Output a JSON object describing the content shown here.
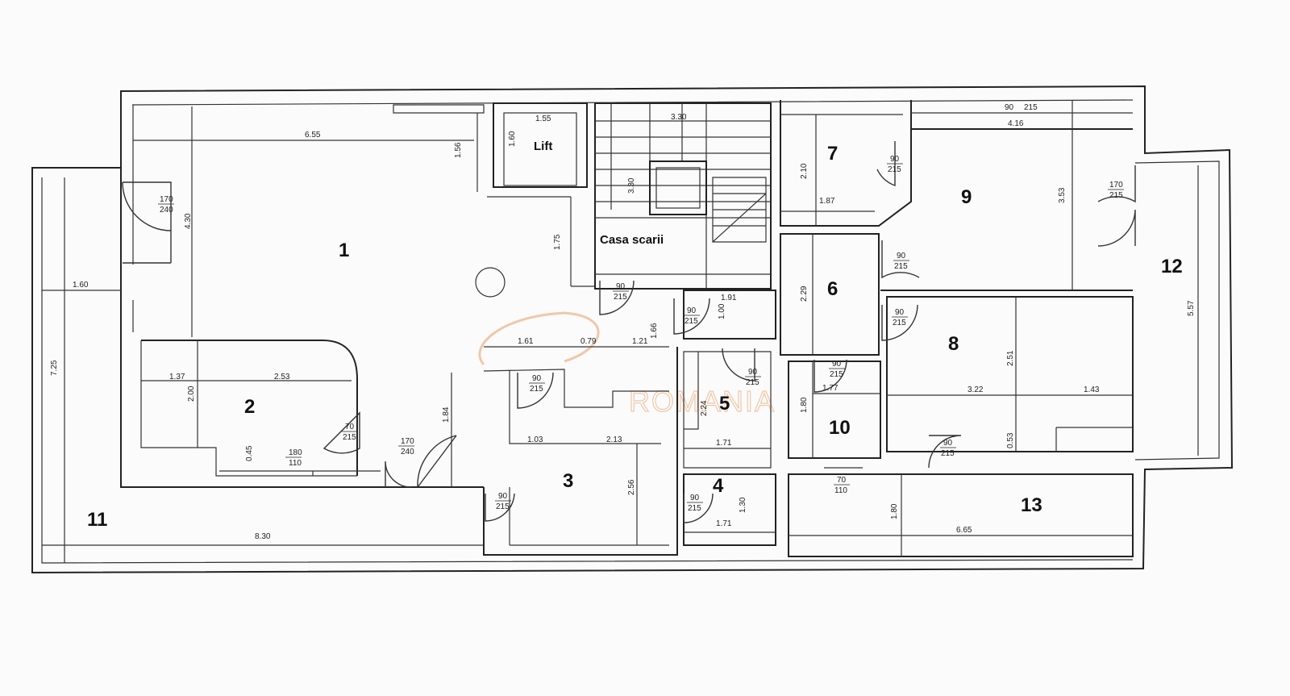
{
  "watermark": "ROMANIA",
  "colors": {
    "wall": "#222222",
    "paper": "#fbfbfb",
    "watermark": "#f0c8a8"
  },
  "rooms": [
    {
      "id": "1",
      "label": "1"
    },
    {
      "id": "2",
      "label": "2"
    },
    {
      "id": "3",
      "label": "3"
    },
    {
      "id": "4",
      "label": "4"
    },
    {
      "id": "5",
      "label": "5"
    },
    {
      "id": "6",
      "label": "6"
    },
    {
      "id": "7",
      "label": "7"
    },
    {
      "id": "8",
      "label": "8"
    },
    {
      "id": "9",
      "label": "9"
    },
    {
      "id": "10",
      "label": "10"
    },
    {
      "id": "11",
      "label": "11"
    },
    {
      "id": "12",
      "label": "12"
    },
    {
      "id": "13",
      "label": "13"
    },
    {
      "id": "lift",
      "label": "Lift"
    },
    {
      "id": "stair",
      "label": "Casa scarii"
    }
  ],
  "dimensions": [
    "6.55",
    "4.30",
    "1.56",
    "1.75",
    "1.60",
    "7.25",
    "8.30",
    "1.37",
    "2.53",
    "2.00",
    "0.45",
    "1.61",
    "0.79",
    "1.21",
    "1.66",
    "1.84",
    "1.03",
    "2.13",
    "2.56",
    "1.55",
    "1.60",
    "3.30",
    "3.30",
    "1.91",
    "1.00",
    "2.24",
    "1.71",
    "1.30",
    "1.71",
    "2.10",
    "1.87",
    "2.29",
    "4.16",
    "3.53",
    "1.80",
    "1.77",
    "3.22",
    "2.51",
    "1.43",
    "0.53",
    "5.57",
    "1.80",
    "6.65"
  ],
  "doors": [
    {
      "w": "170",
      "h": "240"
    },
    {
      "w": "70",
      "h": "215"
    },
    {
      "w": "180",
      "h": "110"
    },
    {
      "w": "170",
      "h": "240"
    },
    {
      "w": "90",
      "h": "215"
    },
    {
      "w": "90",
      "h": "215"
    },
    {
      "w": "90",
      "h": "215"
    },
    {
      "w": "90",
      "h": "215"
    },
    {
      "w": "90",
      "h": "215"
    },
    {
      "w": "90",
      "h": "215"
    },
    {
      "w": "90",
      "h": "215"
    },
    {
      "w": "90",
      "h": "215"
    },
    {
      "w": "170",
      "h": "215"
    },
    {
      "w": "90",
      "h": "215"
    },
    {
      "w": "90",
      "h": "215"
    },
    {
      "w": "90",
      "h": "215"
    },
    {
      "w": "90",
      "h": "215"
    },
    {
      "w": "70",
      "h": "110"
    }
  ]
}
